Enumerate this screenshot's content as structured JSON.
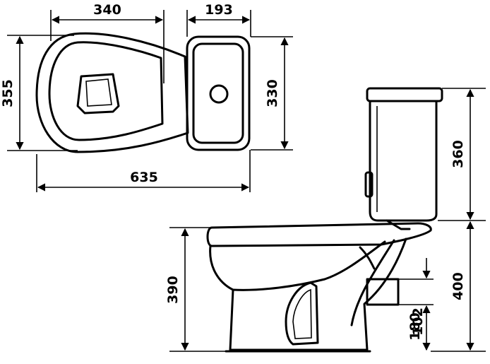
{
  "dimensions": {
    "bowl_width": "340",
    "tank_width": "193",
    "overall_depth": "355",
    "tank_depth": "330",
    "overall_length": "635",
    "tank_height": "360",
    "bowl_height": "390",
    "inlet_height": "400",
    "outlet_height_a": "102",
    "outlet_height_b": "180"
  },
  "colors": {
    "line": "#000000",
    "background": "#ffffff"
  }
}
